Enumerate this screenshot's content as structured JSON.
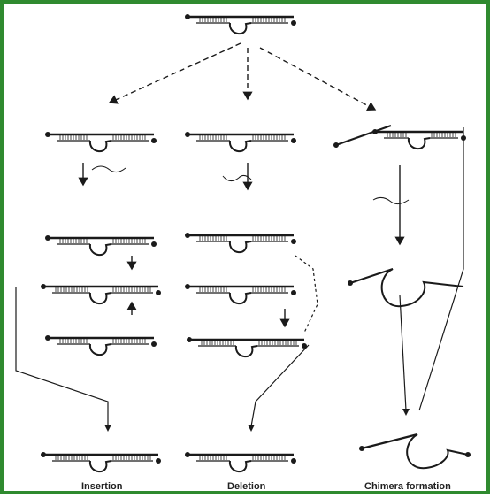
{
  "border_color": "#2f8a2f",
  "ink_color": "#1a1a1a",
  "labels": {
    "insertion": "Insertion",
    "deletion": "Deletion",
    "chimera": "Chimera formation"
  }
}
